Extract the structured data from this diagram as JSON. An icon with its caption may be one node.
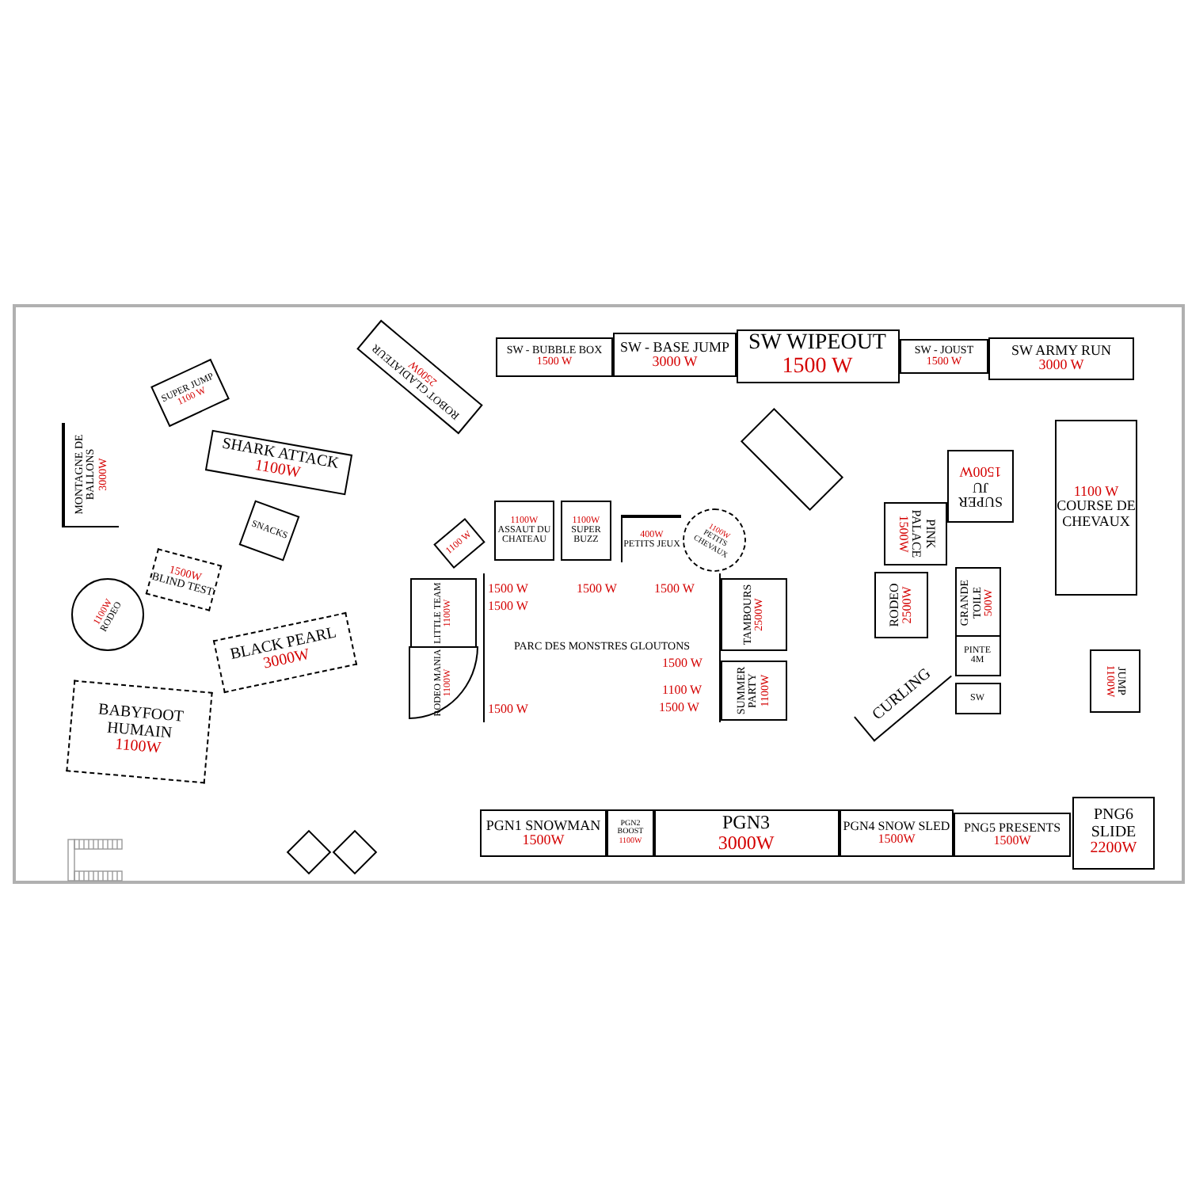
{
  "diagram": {
    "nodes": [
      {
        "text": [
          "SW - BUBBLE BOX",
          "1500 W"
        ]
      },
      {
        "text": [
          "SW - BASE JUMP",
          "3000 W"
        ]
      },
      {
        "text": [
          "SW WIPEOUT",
          "1500 W"
        ]
      },
      {
        "text": [
          "SW - JOUST",
          "1500 W"
        ]
      },
      {
        "text": [
          "SW ARMY RUN",
          "3000 W"
        ]
      },
      {
        "text": [
          "1100 W",
          "COURSE DE CHEVAUX"
        ]
      },
      {
        "text": [
          "SUPER JU",
          "1500W"
        ]
      },
      {
        "text": [
          "PINK PALACE",
          "1500W"
        ]
      },
      {
        "text": [
          "RODEO",
          "2500W"
        ]
      },
      {
        "text": [
          "GRANDE TOILE",
          "500W"
        ]
      },
      {
        "text": [
          "PINTE",
          "4M"
        ]
      },
      {
        "text": [
          "SW"
        ]
      },
      {
        "text": [
          "CURLING"
        ]
      },
      {
        "text": [],
        "shape": "box"
      },
      {
        "text": [
          "JUMP",
          "1100W"
        ]
      },
      {
        "text": [
          "PGN1 SNOWMAN",
          "1500W"
        ]
      },
      {
        "text": [
          "PGN2 BOOST",
          "1100W"
        ]
      },
      {
        "text": [
          "PGN3",
          "3000W"
        ]
      },
      {
        "text": [
          "PGN4 SNOW SLED",
          "1500W"
        ]
      },
      {
        "text": [
          "PNG5 PRESENTS",
          "1500W"
        ]
      },
      {
        "text": [
          "PNG6 SLIDE",
          "2200W"
        ]
      },
      {
        "text": [
          "PARC DES MONSTRES GLOUTONS"
        ]
      },
      {
        "text": [
          "1100W",
          "ASSAUT DU CHATEAU"
        ]
      },
      {
        "text": [
          "1100W",
          "SUPER BUZZ"
        ]
      },
      {
        "text": [
          "400W",
          "PETITS JEUX"
        ]
      },
      {
        "text": [
          "1100W",
          "PETITS CHEVAUX"
        ]
      },
      {
        "text": [
          "1100 W"
        ]
      },
      {
        "text": [
          "LITTLE TEAM",
          "1100W"
        ]
      },
      {
        "text": [
          "RODEO MANIA",
          "1100W"
        ]
      },
      {
        "text": [
          "TAMBOURS",
          "2500W"
        ]
      },
      {
        "text": [
          "SUMMER PARTY",
          "1100W"
        ]
      },
      {
        "text": [
          "MONTAGNE DE BALLONS",
          "3000W"
        ]
      },
      {
        "text": [
          "SUPER JUMP",
          "1100 W"
        ]
      },
      {
        "text": [
          "SHARK ATTACK",
          "1100W"
        ]
      },
      {
        "text": [
          "ROBOT GLADIATEUR",
          "2500W"
        ]
      },
      {
        "text": [
          "SNACKS"
        ]
      },
      {
        "text": [
          "1100W",
          "RODEO"
        ]
      },
      {
        "text": [
          "1500W",
          "BLIND TEST"
        ]
      },
      {
        "text": [
          "BLACK PEARL",
          "3000W"
        ]
      },
      {
        "text": [
          "BABYFOOT HUMAIN",
          "1100W"
        ]
      },
      {
        "text": [],
        "shape": "diamond"
      },
      {
        "text": [],
        "shape": "diamond"
      }
    ],
    "labels": [
      "1500 W",
      "1500 W",
      "1500 W",
      "1500 W",
      "1500 W",
      "1100 W",
      "1500 W",
      "1500 W"
    ]
  }
}
